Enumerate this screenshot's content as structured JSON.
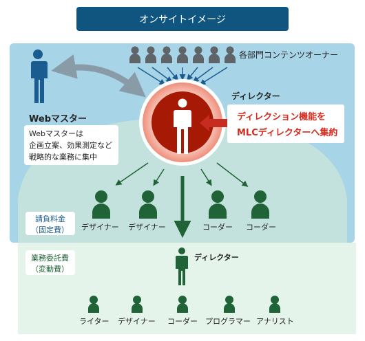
{
  "header": {
    "title": "オンサイトイメージ"
  },
  "webmaster": {
    "label": "Webマスター",
    "notes": [
      "Webマスターは",
      "企画立案、効果測定など",
      "戦略的な業務に集中"
    ]
  },
  "owners_label": "各部門コンテンツオーナー",
  "center": {
    "label": "ディレクター",
    "callout": [
      "ディレクション機能を",
      "MLCディレクターへ集約"
    ]
  },
  "fixed": {
    "badge": [
      "請負料金",
      "（固定費）"
    ],
    "roles": [
      "デザイナー",
      "デザイナー",
      "コーダー",
      "コーダー"
    ]
  },
  "variable": {
    "badge": [
      "業務委託費",
      "（変動費）"
    ],
    "director_label": "ディレクター",
    "roles": [
      "ライター",
      "デザイナー",
      "コーダー",
      "プログラマー",
      "アナリスト"
    ]
  },
  "colors": {
    "title_bg": "#10557f",
    "upper_bg": "#a7d4e6",
    "dome": "#c8e3dc",
    "lower_bg": "#e5f4ea",
    "people_green": "#1f6336",
    "webmaster_blue": "#1b5c90",
    "owner_gray": "#5f6468",
    "accent_red": "#a61a05",
    "ring_pink": "#f29c8c",
    "callout_text": "#d52b1e"
  }
}
